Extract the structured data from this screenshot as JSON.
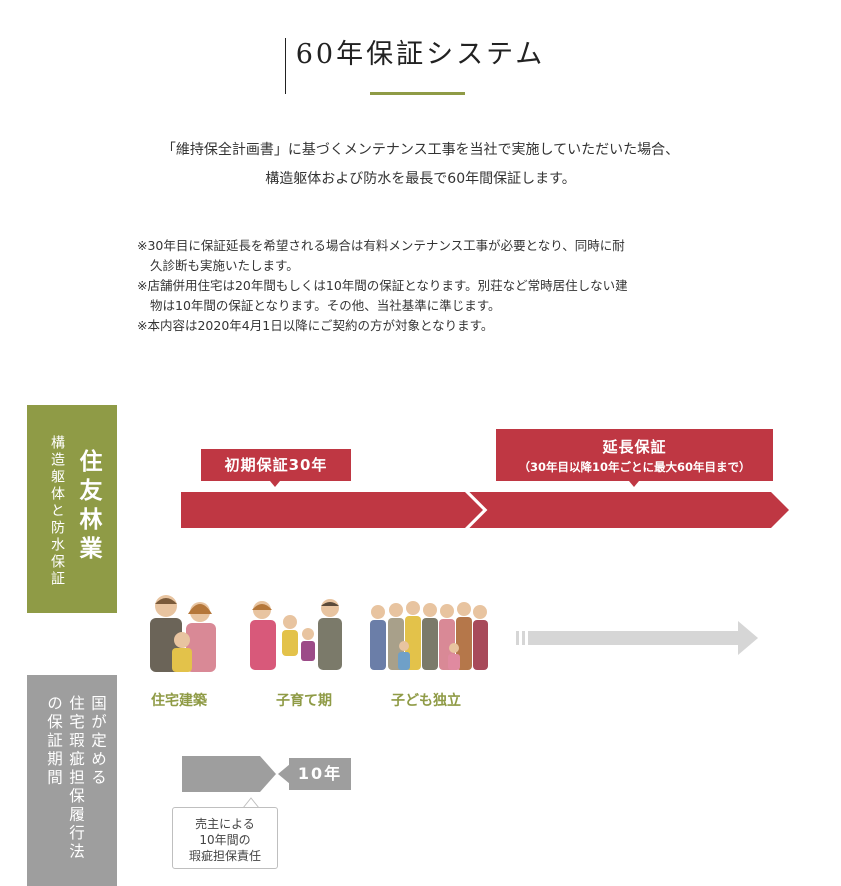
{
  "title": "60年保証システム",
  "lead": [
    "「維持保全計画書」に基づくメンテナンス工事を当社で実施していただいた場合、",
    "構造躯体および防水を最長で60年間保証します。"
  ],
  "notes": [
    "※30年目に保証延長を希望される場合は有料メンテナンス工事が必要となり、同時に耐",
    "久診断も実施いたします。",
    "※店舗併用住宅は20年間もしくは10年間の保証となります。別荘など常時居住しない建",
    "物は10年間の保証となります。その他、当社基準に準じます。",
    "※本内容は2020年4月1日以降にご契約の方が対象となります。"
  ],
  "sumitomo": {
    "company": "住友林業",
    "sub": "構造躯体と防水保証",
    "initial_label": "初期保証30年",
    "extended_label": "延長保証",
    "extended_sub": "（30年目以降10年ごとに最大60年目まで）"
  },
  "stages": [
    {
      "label": "住宅建築"
    },
    {
      "label": "子育て期"
    },
    {
      "label": "子ども独立"
    }
  ],
  "law": {
    "line1": "国が定める",
    "line2": "住宅瑕疵担保履行法",
    "line3": "の保証期間",
    "period": "10年",
    "callout": [
      "売主による",
      "10年間の",
      "瑕疵担保責任"
    ]
  },
  "colors": {
    "accent_green": "#8f9b46",
    "accent_red": "#bf3743",
    "gray": "#9e9e9e",
    "light_gray": "#d6d6d6"
  }
}
